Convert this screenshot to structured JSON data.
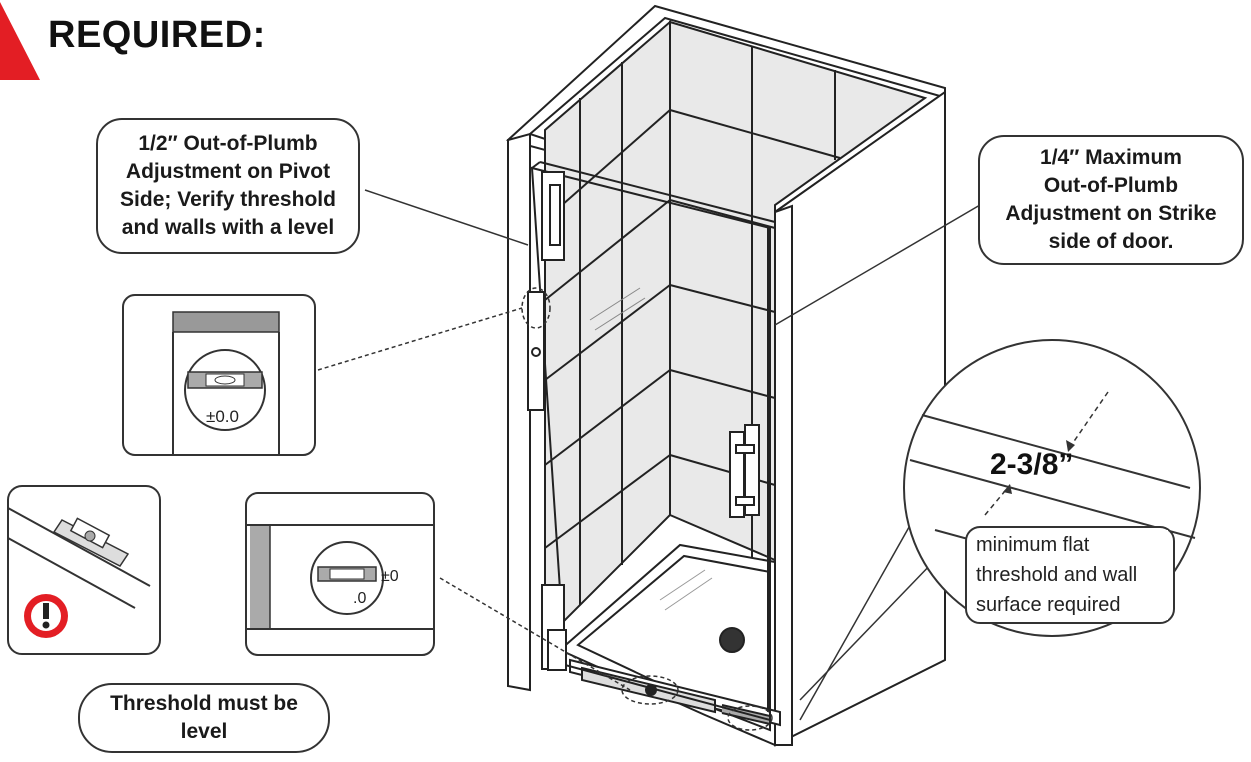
{
  "heading": {
    "text": "REQUIRED:",
    "warning_color": "#e31e24"
  },
  "callouts": {
    "pivot_side": "1/2″ Out-of-Plumb\nAdjustment on Pivot\nSide; Verify threshold\nand walls with a level",
    "strike_side": "1/4″ Maximum\nOut-of-Plumb\nAdjustment on Strike\nside of door.",
    "threshold_level": "Threshold must be\nlevel"
  },
  "level_readings": {
    "top_level": "±0.0",
    "bottom_level_a": "±0",
    "bottom_level_b": ".0"
  },
  "dimension": {
    "value": "2-3/8”",
    "note": "minimum flat\nthreshold and wall\nsurface required"
  },
  "icons": [
    "warning-triangle-icon",
    "exclamation-circle-icon",
    "spirit-level-icon"
  ]
}
